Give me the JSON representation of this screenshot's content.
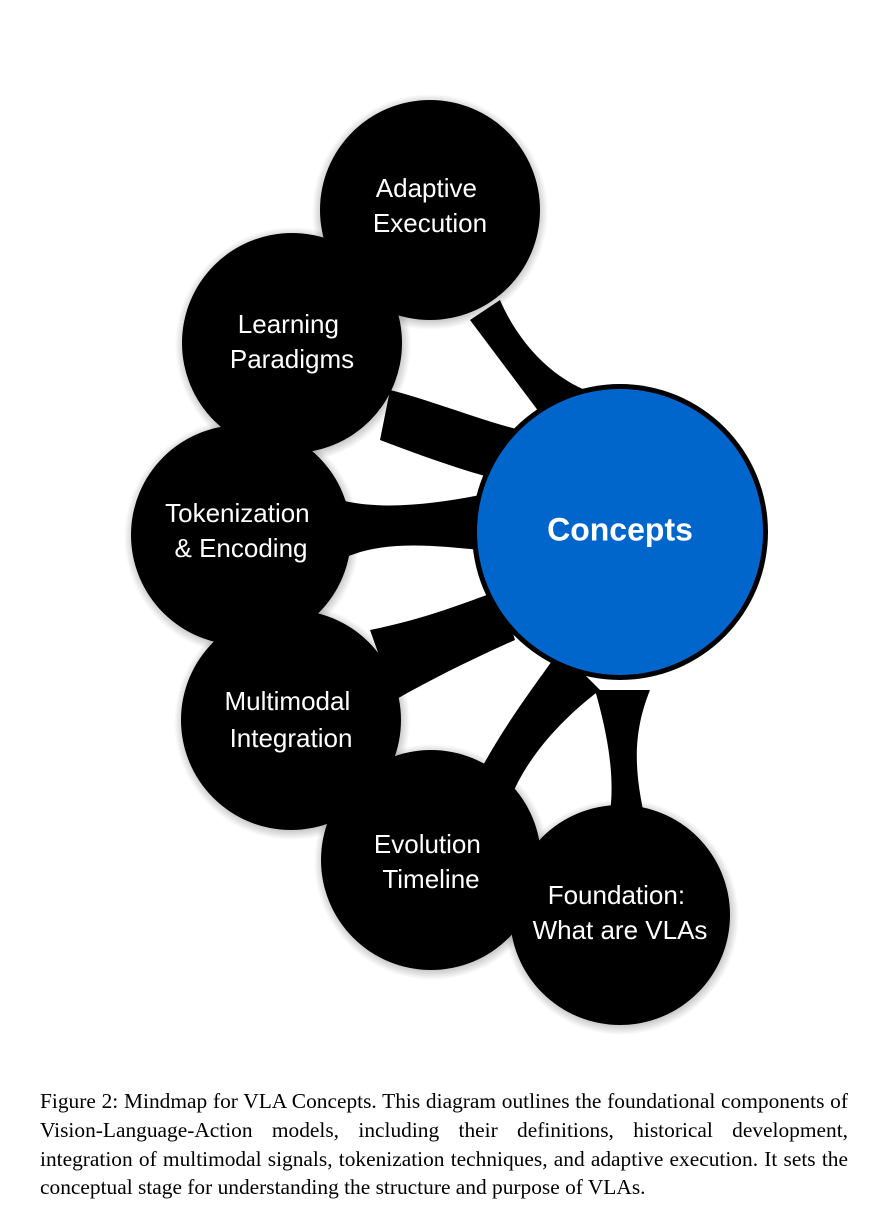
{
  "diagram": {
    "center": {
      "label": "Concepts",
      "color": "#0066CC"
    },
    "branch_color": "#000000",
    "branches": [
      {
        "id": "adaptive-execution",
        "lines": [
          "Adaptive",
          "Execution"
        ]
      },
      {
        "id": "learning-paradigms",
        "lines": [
          "Learning",
          "Paradigms"
        ]
      },
      {
        "id": "tokenization-encoding",
        "lines": [
          "Tokenization",
          "& Encoding"
        ]
      },
      {
        "id": "multimodal-integration",
        "lines": [
          "Multimodal",
          "Integration"
        ]
      },
      {
        "id": "evolution-timeline",
        "lines": [
          "Evolution",
          "Timeline"
        ]
      },
      {
        "id": "foundation",
        "lines": [
          "Foundation:",
          "What are VLAs"
        ]
      }
    ]
  },
  "caption": {
    "text": "Figure 2: Mindmap for VLA Concepts. This diagram outlines the foundational components of Vision-Language-Action models, including their definitions, historical development, integration of multimodal signals, tokenization techniques, and adaptive execution. It sets the conceptual stage for understanding the structure and purpose of VLAs."
  }
}
